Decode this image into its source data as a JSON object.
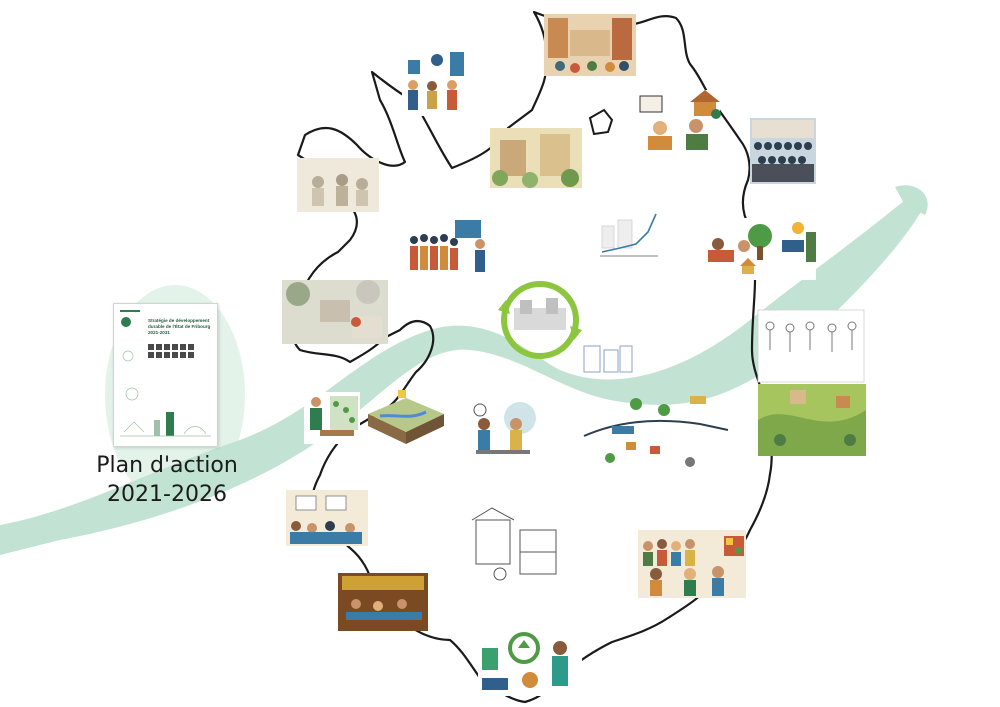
{
  "plan": {
    "title": "Plan d'action",
    "period": "2021-2026"
  },
  "document_cover": {
    "title_lines": [
      "Stratégie de développement",
      "durable de l'État de Fribourg",
      "2021-2031"
    ]
  },
  "colors": {
    "band": "#bfe2d1",
    "band_light": "#e3f3ea",
    "outline": "#1a1a1a",
    "accent_green": "#2f7d4e",
    "arrow_green": "#8cc63f"
  },
  "illustrations": [
    {
      "name": "urban-street-illustration"
    },
    {
      "name": "equality-meeting-illustration"
    },
    {
      "name": "housing-advice-illustration"
    },
    {
      "name": "green-housing-illustration"
    },
    {
      "name": "group-photo-illustration"
    },
    {
      "name": "old-photo-illustration"
    },
    {
      "name": "growth-chart-illustration"
    },
    {
      "name": "crowd-rally-illustration"
    },
    {
      "name": "energy-garden-illustration"
    },
    {
      "name": "map-collage-illustration"
    },
    {
      "name": "circular-city-illustration"
    },
    {
      "name": "sketch-street-illustration"
    },
    {
      "name": "landscape-painting-illustration"
    },
    {
      "name": "plant-wall-illustration"
    },
    {
      "name": "river-terrain-illustration"
    },
    {
      "name": "conversation-illustration"
    },
    {
      "name": "mobility-network-illustration"
    },
    {
      "name": "classroom-illustration"
    },
    {
      "name": "market-stall-sketch-illustration"
    },
    {
      "name": "diverse-people-illustration"
    },
    {
      "name": "restaurant-illustration"
    },
    {
      "name": "recycling-illustration"
    }
  ]
}
